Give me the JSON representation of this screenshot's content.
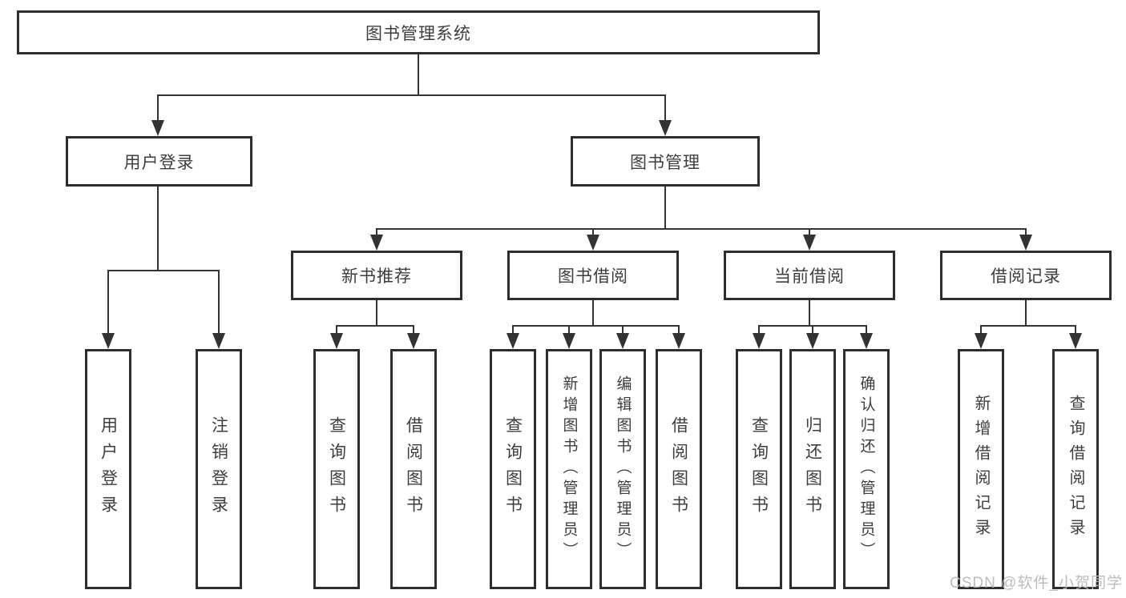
{
  "diagram": {
    "title": "图书管理系统",
    "root": {
      "label": "图书管理系统"
    },
    "level2": [
      {
        "label": "用户登录"
      },
      {
        "label": "图书管理"
      }
    ],
    "level3": [
      {
        "label": "新书推荐",
        "parent": "图书管理"
      },
      {
        "label": "图书借阅",
        "parent": "图书管理"
      },
      {
        "label": "当前借阅",
        "parent": "图书管理"
      },
      {
        "label": "借阅记录",
        "parent": "图书管理"
      }
    ],
    "leaves": [
      {
        "label": "用户登录",
        "parent": "用户登录"
      },
      {
        "label": "注销登录",
        "parent": "用户登录"
      },
      {
        "label": "查询图书",
        "parent": "新书推荐"
      },
      {
        "label": "借阅图书",
        "parent": "新书推荐"
      },
      {
        "label": "查询图书",
        "parent": "图书借阅"
      },
      {
        "label": "新增图书（管理员）",
        "parent": "图书借阅"
      },
      {
        "label": "编辑图书（管理员）",
        "parent": "图书借阅"
      },
      {
        "label": "借阅图书",
        "parent": "图书借阅"
      },
      {
        "label": "查询图书",
        "parent": "当前借阅"
      },
      {
        "label": "归还图书",
        "parent": "当前借阅"
      },
      {
        "label": "确认归还（管理员）",
        "parent": "当前借阅"
      },
      {
        "label": "新增借阅记录",
        "parent": "借阅记录"
      },
      {
        "label": "查询借阅记录",
        "parent": "借阅记录"
      }
    ],
    "watermark": "CSDN @软件_小贺同学",
    "colors": {
      "line": "#333333",
      "border": "#2d2d2d",
      "text": "#3d3d3d",
      "watermark": "#b9b9b9",
      "background": "#ffffff"
    }
  }
}
